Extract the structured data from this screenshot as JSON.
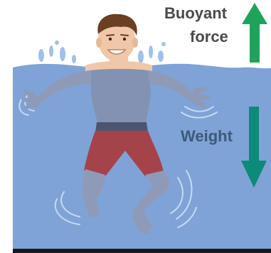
{
  "labels": {
    "buoyant_line1": "Buoyant",
    "buoyant_line2": "force",
    "weight": "Weight"
  },
  "colors": {
    "water": "#7fa3d6",
    "water_surface_splash": "#9fc0ea",
    "buoyant_arrow": "#1fa35a",
    "weight_arrow": "#0c8a7a",
    "skin": "#f0c7a8",
    "skin_underwater": "#8f9ab8",
    "shirt_underwater": "#8392b3",
    "shorts": "#a5434a",
    "hair": "#6a3f22",
    "text": "#4a4a4a",
    "weight_text": "#3c5a7a"
  },
  "icons": {
    "up_arrow": "arrow-up-icon",
    "down_arrow": "arrow-down-icon"
  }
}
